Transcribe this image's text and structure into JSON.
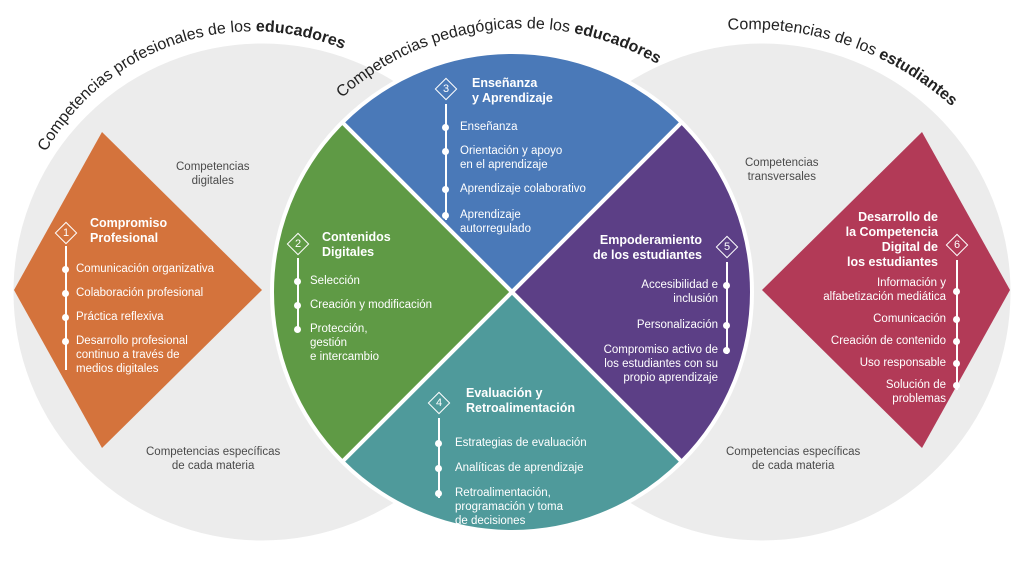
{
  "arcs": [
    {
      "plain": "Competencias profesionales de los ",
      "bold": "educadores"
    },
    {
      "plain": "Competencias pedagógicas de los ",
      "bold": "educadores"
    },
    {
      "plain": "Competencias de los ",
      "bold": "estudiantes"
    }
  ],
  "outer_labels": {
    "left_top": [
      "Competencias",
      "digitales"
    ],
    "left_bottom": [
      "Competencias específicas",
      "de cada materia"
    ],
    "right_top": [
      "Competencias",
      "transversales"
    ],
    "right_bottom": [
      "Competencias específicas",
      "de cada materia"
    ]
  },
  "areas": [
    {
      "number": "1",
      "title": [
        "Compromiso",
        "Profesional"
      ],
      "color": "#d4733c",
      "items": [
        "Comunicación organizativa",
        "Colaboración profesional",
        "Práctica reflexiva",
        "Desarrollo profesional",
        "continuo a través de",
        "medios digitales"
      ]
    },
    {
      "number": "2",
      "title": [
        "Contenidos",
        "Digitales"
      ],
      "color": "#5f9a45",
      "items": [
        "Selección",
        "Creación y modificación",
        "Protección,",
        "gestión",
        "e intercambio"
      ]
    },
    {
      "number": "3",
      "title": [
        "Enseñanza",
        "y Aprendizaje"
      ],
      "color": "#4a79b8",
      "items": [
        "Enseñanza",
        "Orientación y apoyo",
        "en el aprendizaje",
        "Aprendizaje colaborativo",
        "Aprendizaje",
        "autorregulado"
      ]
    },
    {
      "number": "4",
      "title": [
        "Evaluación y",
        "Retroalimentación"
      ],
      "color": "#4f9a9b",
      "items": [
        "Estrategias de evaluación",
        "Analíticas de aprendizaje",
        "Retroalimentación,",
        "programación y toma",
        "de decisiones"
      ]
    },
    {
      "number": "5",
      "title": [
        "Empoderamiento",
        "de los estudiantes"
      ],
      "color": "#5c3f86",
      "items": [
        "Accesibilidad e",
        "inclusión",
        "Personalización",
        "Compromiso activo de",
        "los estudiantes con su",
        "propio aprendizaje"
      ]
    },
    {
      "number": "6",
      "title": [
        "Desarrollo de",
        "la Competencia",
        "Digital de",
        "los estudiantes"
      ],
      "color": "#b23a57",
      "items": [
        "Información y",
        "alfabetización mediática",
        "Comunicación",
        "Creación de contenido",
        "Uso responsable",
        "Solución de",
        "problemas"
      ]
    }
  ],
  "colors": {
    "outer_circle": "#ececec",
    "outer_stroke": "#ffffff",
    "text_dark": "#222222"
  }
}
